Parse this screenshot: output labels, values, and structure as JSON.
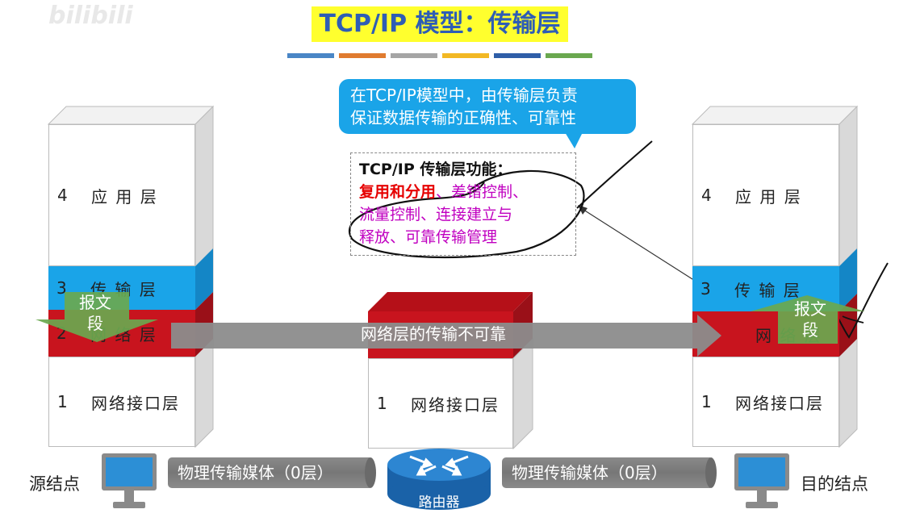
{
  "title": "TCP/IP 模型：传输层",
  "accent_bars": [
    "#4a86c6",
    "#e07b2f",
    "#a5a5a5",
    "#f2b824",
    "#2f5ea8",
    "#6aa84f"
  ],
  "callout": {
    "line1": "在TCP/IP模型中，由传输层负责",
    "line2": "保证数据传输的正确性、可靠性"
  },
  "functions": {
    "heading": "TCP/IP 传输层功能：",
    "highlight": "复用和分用",
    "sep": "、",
    "line1_rest": "差错控制、",
    "line2": "流量控制、连接建立与",
    "line3": "释放、可靠传输管理"
  },
  "source_stack": {
    "app": {
      "num": "4",
      "label": "应 用 层"
    },
    "transport": {
      "num": "3",
      "label": "传 输 层"
    },
    "network": {
      "num": "2",
      "label": "网 络 层"
    },
    "link": {
      "num": "1",
      "label": "网络接口层"
    }
  },
  "router_stack": {
    "link": {
      "num": "1",
      "label": "网络接口层"
    }
  },
  "dest_stack": {
    "app": {
      "num": "4",
      "label": "应 用 层"
    },
    "transport": {
      "num": "3",
      "label": "传 输 层"
    },
    "network": {
      "num": "",
      "label": "网 络 层"
    },
    "link": {
      "num": "1",
      "label": "网络接口层"
    }
  },
  "segment_label_left": "报文\n段",
  "segment_label_right": "报文\n段",
  "network_arrow_text": "网络层的传输不可靠",
  "media_left": "物理传输媒体（0层）",
  "media_right": "物理传输媒体（0层）",
  "router_label": "路由器",
  "source_node": "源结点",
  "dest_node": "目的结点",
  "watermark": "bilibili",
  "colors": {
    "app": "#ffffff",
    "transport": "#1aa4e8",
    "network": "#c8141e",
    "link": "#ffffff",
    "side": "#d9d9d9",
    "green": "#6aa84f",
    "router": "#1f6fb8"
  }
}
